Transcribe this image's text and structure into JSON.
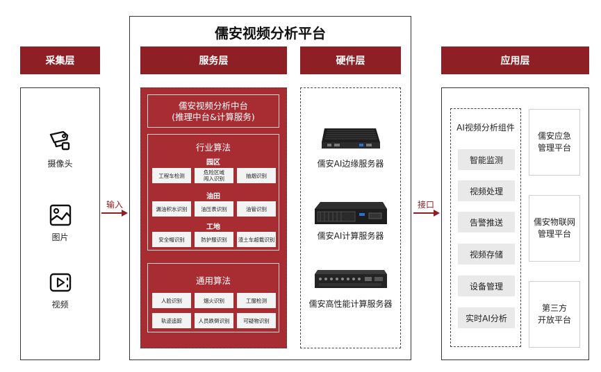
{
  "title": "儒安视频分析平台",
  "colors": {
    "accent": "#8e1f24",
    "service_bg": "#a82d33",
    "cell_bg": "#f3f3f3"
  },
  "collection": {
    "header": "采集层",
    "items": [
      {
        "label": "摄像头",
        "icon": "camera-icon"
      },
      {
        "label": "图片",
        "icon": "image-icon"
      },
      {
        "label": "视频",
        "icon": "video-icon"
      }
    ]
  },
  "arrow_in": "输入",
  "arrow_out": "接口",
  "service": {
    "header": "服务层",
    "center_title_1": "儒安视频分析中台",
    "center_title_2": "(推理中台&计算服务)",
    "industry": {
      "title": "行业算法",
      "groups": [
        {
          "name": "园区",
          "cells": [
            "工程车检测",
            "危险区域\n闯入识别",
            "抽烟识别"
          ]
        },
        {
          "name": "油田",
          "cells": [
            "漏油积水识别",
            "油压表识别",
            "油管识别"
          ]
        },
        {
          "name": "工地",
          "cells": [
            "安全帽识别",
            "防护服识别",
            "渣土车超载识别"
          ]
        }
      ]
    },
    "general": {
      "title": "通用算法",
      "rows": [
        [
          "人脸识别",
          "烟火识别",
          "工服检测"
        ],
        [
          "轨迹追踪",
          "人员跌倒识别",
          "可疑物识别"
        ]
      ]
    }
  },
  "hardware": {
    "header": "硬件层",
    "items": [
      {
        "label": "儒安AI边缘服务器",
        "icon": "edge-server-icon"
      },
      {
        "label": "儒安AI计算服务器",
        "icon": "rack-server-icon"
      },
      {
        "label": "儒安高性能计算服务器",
        "icon": "hpc-server-icon"
      }
    ]
  },
  "application": {
    "header": "应用层",
    "components_title": "AI视频分析组件",
    "components": [
      "智能监测",
      "视频处理",
      "告警推送",
      "视频存储",
      "设备管理",
      "实时AI分析"
    ],
    "platforms": [
      "儒安应急\n管理平台",
      "儒安物联网\n管理平台",
      "第三方\n开放平台"
    ]
  }
}
